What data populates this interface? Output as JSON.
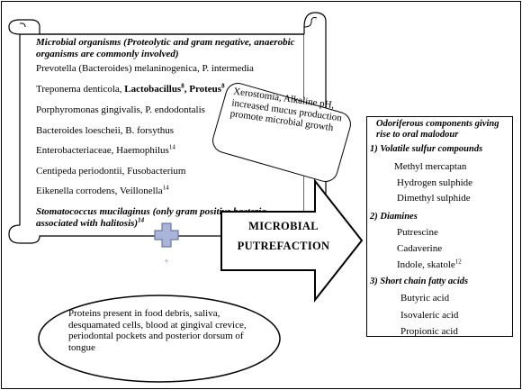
{
  "organisms": {
    "title": "Microbial organisms (Proteolytic and gram negative, anaerobic organisms are commonly involved)",
    "lines": [
      {
        "text": "Prevotella (Bacteroides) melaninogenica, P. intermedia"
      },
      {
        "text_a": "Treponema denticola, ",
        "bold1": "Lactobacillus",
        "sup1": "8",
        "sep": ", ",
        "bold2": "Proteus",
        "sup2": "8"
      },
      {
        "text": "Porphyromonas gingivalis, P. endodontalis"
      },
      {
        "text": "Bacteroides loescheii, B. forsythus"
      },
      {
        "text": "Enterobacteriaceae, Haemophilus",
        "sup": "14"
      },
      {
        "text": "Centipeda periodontii, Fusobacterium"
      },
      {
        "text": "Eikenella corrodens, Veillonella",
        "sup": "14"
      }
    ],
    "last": "Stomatococcus mucilaginus (only gram positive bacteria associated with halitosis)",
    "last_sup": "14"
  },
  "factors": "Xerostomia, Alkaline pH, increased mucus production promote microbial growth",
  "arrow": {
    "line1": "MICROBIAL",
    "line2": "PUTREFACTION"
  },
  "proteins": "Proteins present in food debris, saliva, desquamated cells, blood at gingival crevice, periodontal pockets and posterior dorsum of tongue",
  "odoriferous": {
    "title": "Odoriferous components giving rise to oral malodour",
    "groups": [
      {
        "heading": "1) Volatile sulfur compounds",
        "items": [
          "Methyl mercaptan",
          "Hydrogen sulphide",
          "Dimethyl sulphide"
        ]
      },
      {
        "heading": "2) Diamines",
        "items": [
          "Putrescine",
          "Cadaverine",
          "Indole, skatole"
        ],
        "item_sup": "12"
      },
      {
        "heading": "3) Short chain fatty acids",
        "items": [
          "Butyric acid",
          "Isovaleric acid",
          "Propionic acid"
        ]
      }
    ]
  },
  "colors": {
    "plus_fill": "#a9b4d8",
    "plus_stroke": "#6a77a8"
  }
}
